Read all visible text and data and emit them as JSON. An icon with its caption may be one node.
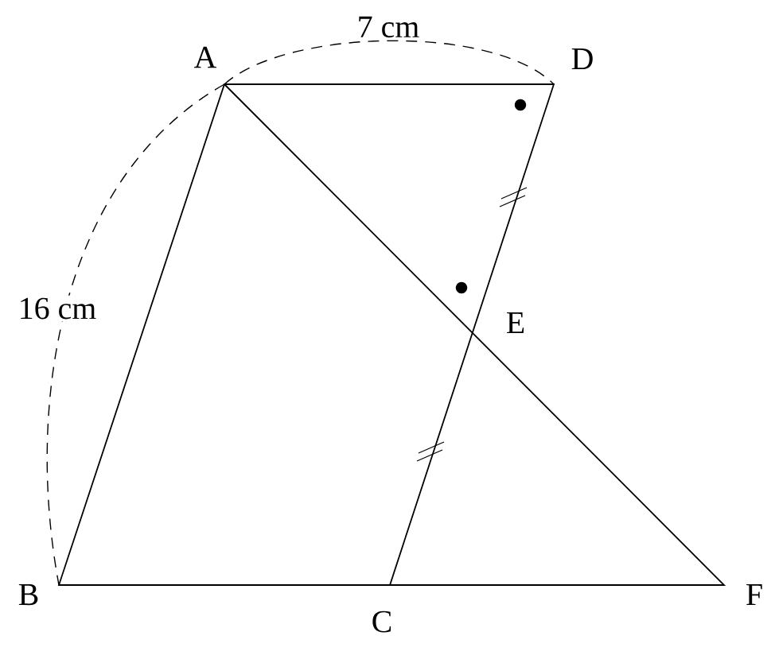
{
  "diagram": {
    "labels": [
      "A",
      "7 cm",
      "D",
      "16 cm",
      "E",
      "B",
      "C",
      "F"
    ]
  }
}
